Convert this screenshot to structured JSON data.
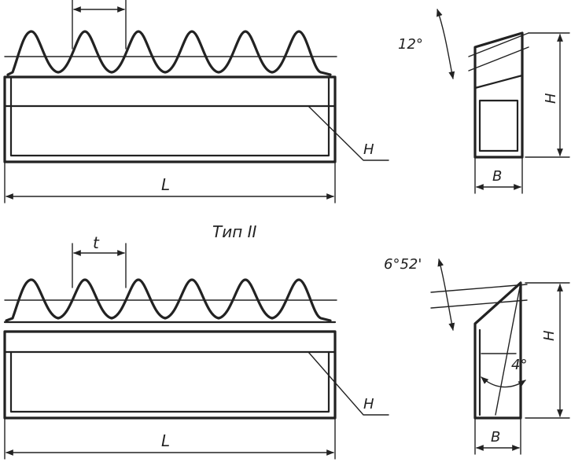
{
  "title": "Тип II",
  "type1": {
    "pitch_label": "",
    "length_label": "L",
    "depth_label": "H",
    "angle_label": "12°",
    "height_label": "H",
    "width_label": "B"
  },
  "type2": {
    "pitch_label": "t",
    "length_label": "L",
    "depth_label": "H",
    "angle_label": "6°52'",
    "tilt_label": "4°",
    "height_label": "H",
    "width_label": "B"
  },
  "colors": {
    "ink": "#222222",
    "paper": "#ffffff"
  }
}
